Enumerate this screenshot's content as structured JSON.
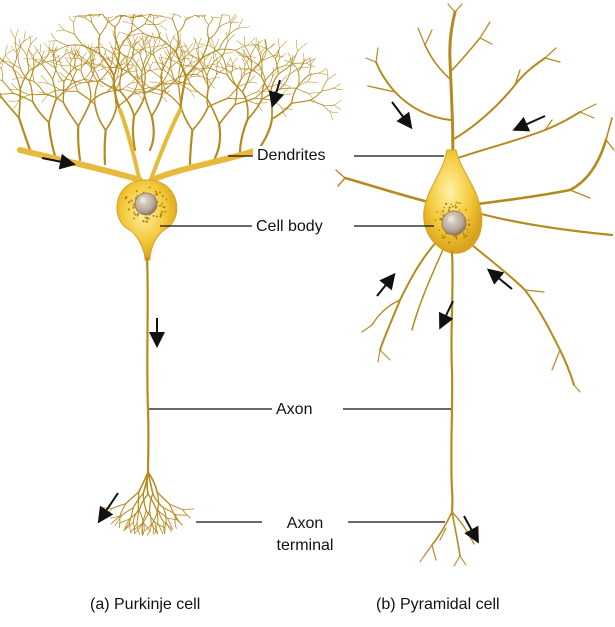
{
  "labels": {
    "dendrites": "Dendrites",
    "cell_body": "Cell body",
    "axon": "Axon",
    "axon_terminal": "Axon terminal"
  },
  "captions": {
    "purkinje": "(a) Purkinje cell",
    "pyramidal": "(b) Pyramidal cell"
  },
  "colors": {
    "dendrite_fill": "#c8a02a",
    "dendrite_edge": "#9a7416",
    "soma": "#f1c232",
    "soma_dots": "#b8860b",
    "nucleus": "#b9a79a",
    "leader": "#111111",
    "arrow": "#111111"
  }
}
